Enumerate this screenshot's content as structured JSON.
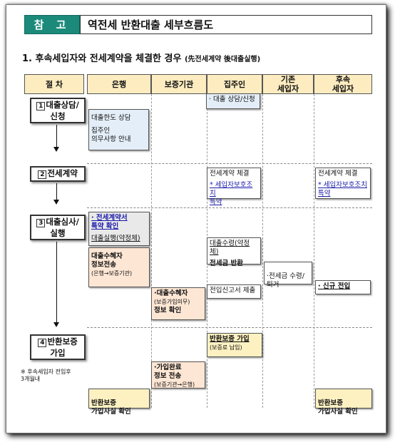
{
  "header": {
    "tag": "참 고",
    "title": "역전세 반환대출 세부흐름도"
  },
  "section": {
    "title": "1. 후속세입자와 전세계약을 체결한 경우",
    "note": "(先전세계약 後대출실행)"
  },
  "columns": [
    "절 차",
    "은행",
    "보증기관",
    "집주인",
    "기존\n세입자",
    "후속\n세입자"
  ],
  "steps": [
    {
      "num": "1",
      "label": "대출상담/\n신청"
    },
    {
      "num": "2",
      "label": "전세계약"
    },
    {
      "num": "3",
      "label": "대출심사/\n실행"
    },
    {
      "num": "4",
      "label": "반환보증\n가입"
    }
  ],
  "footnote": "※ 후속세입자 전입후\n3개월내",
  "boxes": {
    "landlord_consult": "· 대출 상담/신청",
    "bank_limit": "대출한도 상담",
    "bank_duty_1": "집주인",
    "bank_duty_2": "의무사항 안내",
    "landlord_contract": "전세계약 체결",
    "landlord_special": "* 세입자보호조치\n특약",
    "tenant_contract": "전세계약 체결",
    "tenant_special": "* 세입자보호조치\n특약",
    "bank_check_1": "· 전세계약서",
    "bank_check_2": "특약 확인",
    "bank_exec": "대출실행(약정체)",
    "bank_send_1": "대출수혜자",
    "bank_send_2": "정보전송",
    "bank_send_3": "(은행→보증기관)",
    "landlord_receive": "대출수령(약정체)",
    "landlord_return": "전세금 반환",
    "old_tenant": "·전세금 수령/\n퇴거",
    "landlord_move": "전입신고서 제출",
    "new_tenant_move": "· 신규 전입",
    "guar_check_1": "·대출수혜자",
    "guar_check_2": "(보증가입의무)",
    "guar_check_3": "정보 확인",
    "landlord_join_1": "반환보증 가입",
    "landlord_join_2": "(보증료 납입)",
    "guar_done_1": "·가입완료",
    "guar_done_2": "정보 전송",
    "guar_done_3": "(보증기관→은행)",
    "bank_confirm": "반환보증\n가입사실 확인",
    "tenant_confirm": "반환보증\n가입사실 확인"
  }
}
